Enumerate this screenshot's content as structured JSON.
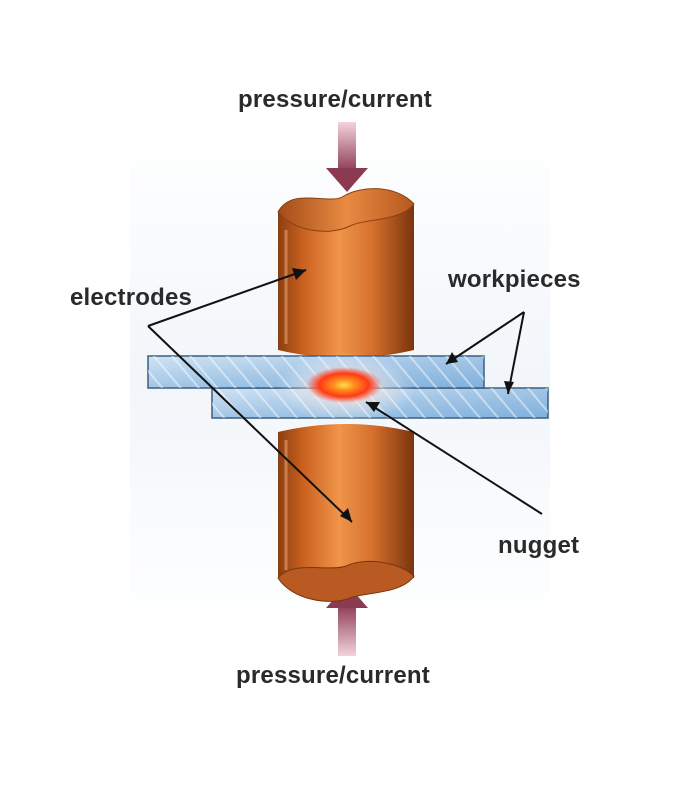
{
  "labels": {
    "top_force": "pressure/current",
    "bottom_force": "pressure/current",
    "electrodes": "electrodes",
    "workpieces": "workpieces",
    "nugget": "nugget"
  },
  "colors": {
    "electrode_copper": "#d9722e",
    "workpiece_blue": "#a9cbe8",
    "nugget_core": "#ff4a1a",
    "arrow_maroon": "#8c3a52",
    "text": "#2a2a2a"
  }
}
